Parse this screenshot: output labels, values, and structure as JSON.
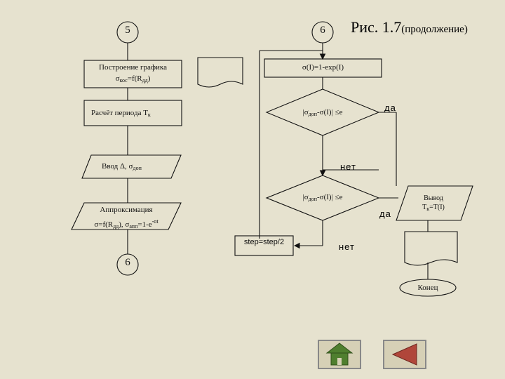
{
  "title": {
    "main": "Рис. 1.7",
    "note": "(продолжение)"
  },
  "connectors": {
    "left_top": "5",
    "right_top": "6",
    "left_bottom": "6"
  },
  "left": {
    "plot_line1": "Построение графика",
    "plot_line2_sym": "σ",
    "plot_line2_sub": "кос",
    "plot_line2_mid": "=f(R",
    "plot_line2_sub2": "дд",
    "plot_line2_end": ")",
    "period_text": "Расчёт периода  T",
    "period_sub": "к",
    "input_text": "Ввод Δ, σ",
    "input_sub": "доп",
    "approx_line1": "Аппроксимация",
    "approx_a": "σ=f(R",
    "approx_a_sub": "дд",
    "approx_b": "), σ",
    "approx_b_sub": "апп",
    "approx_c": "=1-e",
    "approx_sup": "-αt"
  },
  "right": {
    "calc_sym": "σ",
    "calc_text": "(I)=1-exp(I)",
    "cond1_pre": "|σ",
    "cond1_sub": "доп",
    "cond1_post": "-σ(I)| ≤e",
    "cond2_pre": "|σ",
    "cond2_sub": "доп",
    "cond2_post": "-σ(I)| ≤e",
    "step_text": "step=step/2",
    "output_line1": "Вывод",
    "output_line2": "T",
    "output_sub": "к",
    "output_line2_end": "=T(I)",
    "end_text": "Конец",
    "yes1": "да",
    "no1": "нет",
    "yes2": "да",
    "no2": "нет"
  },
  "nav": {
    "home_icon": "home-icon",
    "back_icon": "back-triangle-icon"
  },
  "colors": {
    "background": "#e6e2cf",
    "nav_green": "#4f7f2f",
    "nav_red": "#b0463a"
  }
}
